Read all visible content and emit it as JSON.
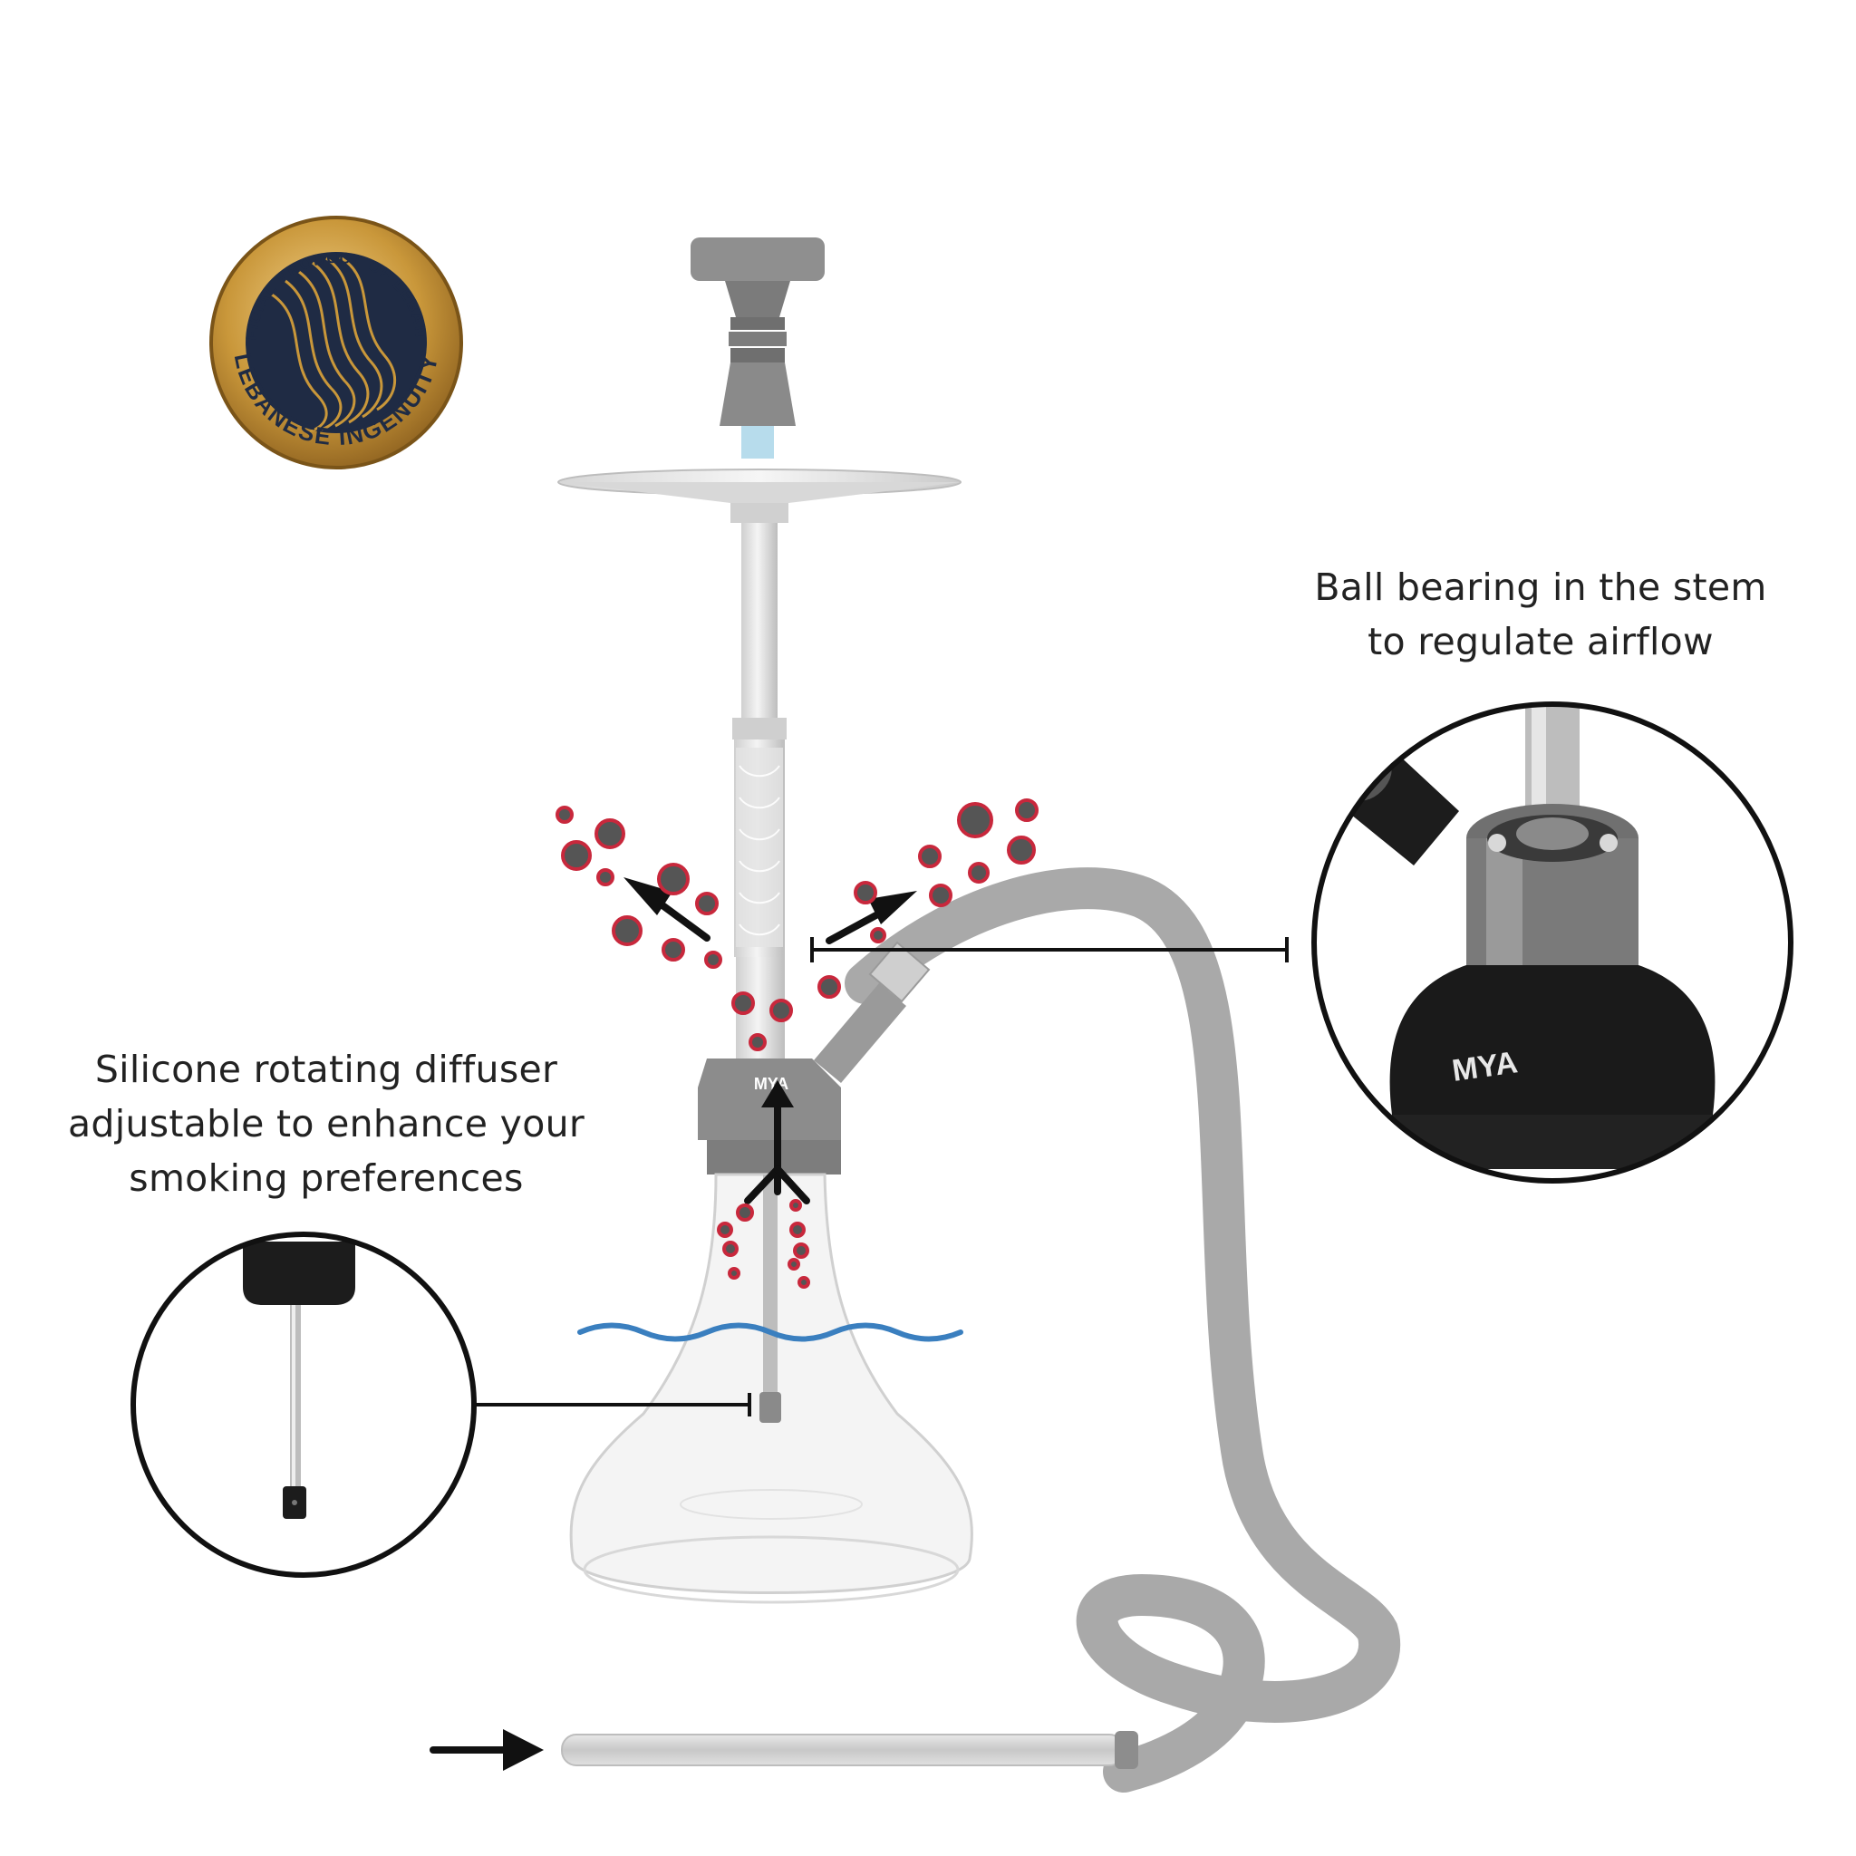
{
  "badge": {
    "top_text": "OFFICIAL PRODUCT OF LEBANON",
    "bottom_text": "LEBANESE INGENUITY"
  },
  "callouts": {
    "ball_bearing": {
      "line1": "Ball bearing in the stem",
      "line2": "to regulate airflow"
    },
    "diffuser": {
      "line1": "Silicone rotating diffuser",
      "line2": "adjustable to enhance your",
      "line3": "smoking preferences"
    }
  },
  "brand": {
    "logo_text": "MYA"
  },
  "colors": {
    "water": "#3a7fbf",
    "bubble_fill": "#555555",
    "bubble_ring": "#c8283c",
    "hose": "#a9a9a9",
    "badge_gold": "#c9973a",
    "badge_navy": "#1f2b44"
  },
  "icons": {
    "badge": "lebanon-map-seal-icon",
    "arrows": "arrow-icon",
    "bubbles": "smoke-bubble-icon"
  }
}
